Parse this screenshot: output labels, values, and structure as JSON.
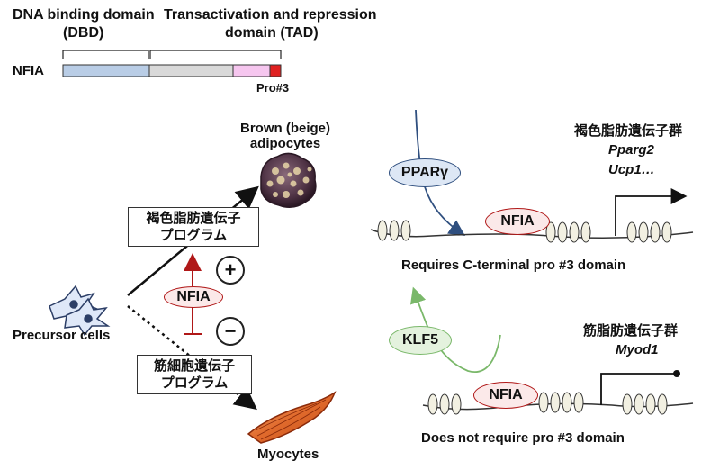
{
  "domain_header": {
    "dbd_label_line1": "DNA binding domain",
    "dbd_label_line2": "(DBD)",
    "tad_label_line1": "Transactivation and repression",
    "tad_label_line2": "domain (TAD)",
    "protein_name": "NFIA",
    "pro3_label": "Pro#3",
    "colors": {
      "dbd": "#b9cde6",
      "tad": "#d9d9d9",
      "pink": "#f6c6ef",
      "pro3": "#e02020"
    }
  },
  "left_panel": {
    "brown_label_line1": "Brown (beige)",
    "brown_label_line2": "adipocytes",
    "brown_program_line1": "褐色脂肪遺伝子",
    "brown_program_line2": "プログラム",
    "nfia_label": "NFIA",
    "plus_sign": "+",
    "minus_sign": "−",
    "precursor_label": "Precursor cells",
    "muscle_program_line1": "筋細胞遺伝子",
    "muscle_program_line2": "プログラム",
    "myocytes_label": "Myocytes"
  },
  "right_top": {
    "pparg_label": "PPARγ",
    "nfia_label": "NFIA",
    "genes_title": "褐色脂肪遺伝子群",
    "gene1": "Pparg2",
    "gene2": "Ucp1…",
    "caption": "Requires C-terminal pro #3 domain"
  },
  "right_bottom": {
    "klf5_label": "KLF5",
    "nfia_label": "NFIA",
    "genes_title": "筋脂肪遺伝子群",
    "gene1": "Myod1",
    "caption": "Does not require pro #3 domain"
  }
}
